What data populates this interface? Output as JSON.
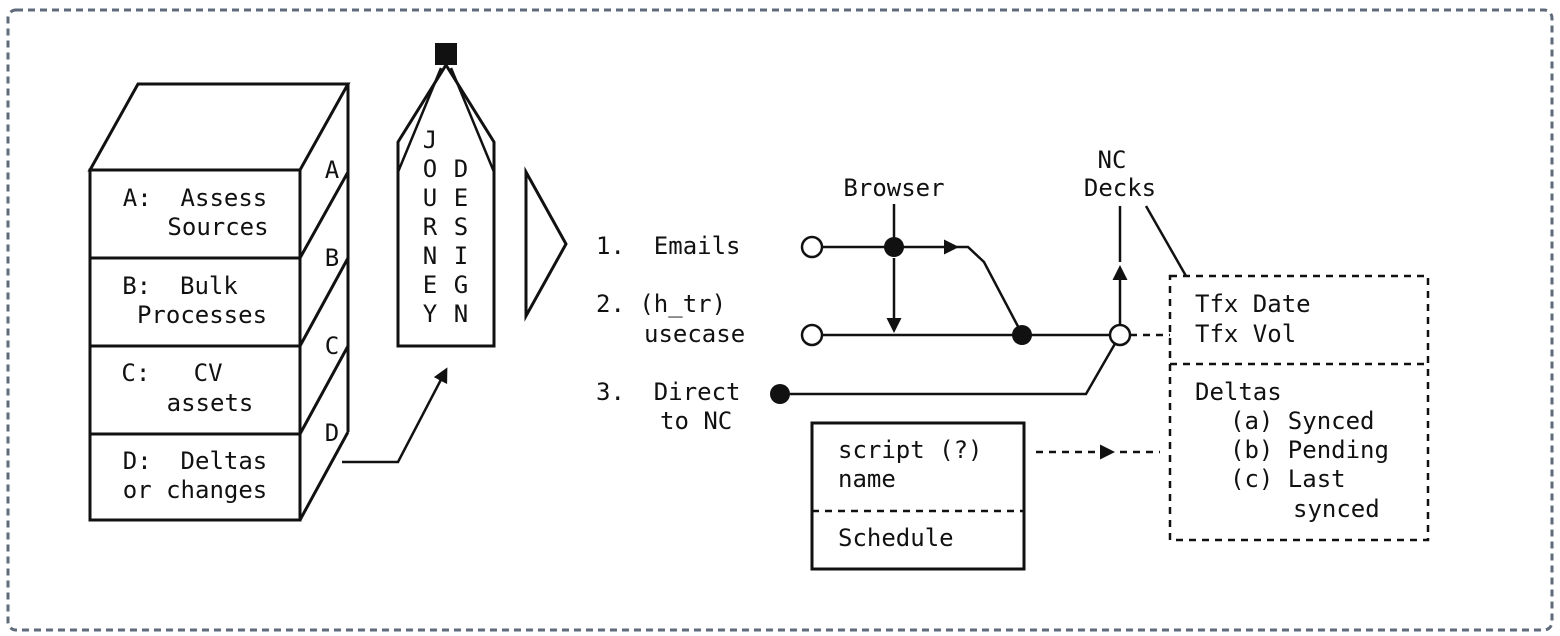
{
  "stack": {
    "layers": [
      {
        "letter": "A",
        "line1": "A:  Assess",
        "line2": "Sources"
      },
      {
        "letter": "B",
        "line1": "B:  Bulk",
        "line2": "Processes"
      },
      {
        "letter": "C",
        "line1": "C:   CV",
        "line2": "assets"
      },
      {
        "letter": "D",
        "line1": "D:  Deltas",
        "line2": "or changes"
      }
    ]
  },
  "journey": {
    "col1": [
      "J",
      "O",
      "U",
      "R",
      "N",
      "E",
      "Y"
    ],
    "col2": [
      "D",
      "E",
      "S",
      "I",
      "G",
      "N"
    ]
  },
  "sources": {
    "item1": "1.  Emails",
    "item2_line1": "2. (h_tr)",
    "item2_line2": "usecase",
    "item3_line1": "3.  Direct",
    "item3_line2": "to NC"
  },
  "labels": {
    "browser": "Browser",
    "nc_line1": "NC",
    "nc_line2": "Decks"
  },
  "tfx_box": {
    "top": [
      "Tfx Date",
      "Tfx Vol"
    ],
    "deltas_title": "Deltas",
    "deltas_items": [
      "(a) Synced",
      "(b) Pending",
      "(c) Last",
      "synced"
    ]
  },
  "script_box": {
    "line1": "script (?)",
    "line2": "name",
    "schedule": "Schedule"
  }
}
